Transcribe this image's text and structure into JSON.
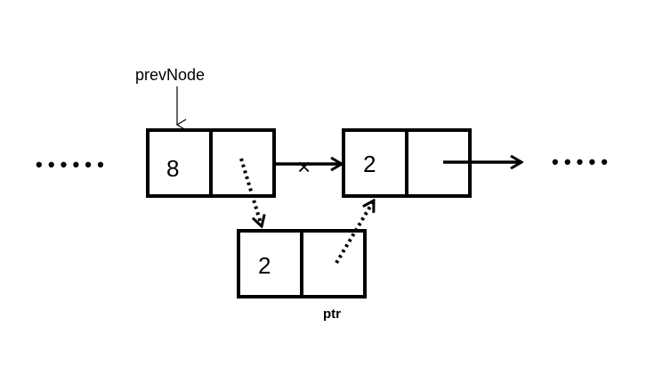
{
  "diagram": {
    "prev_node_label": "prevNode",
    "ptr_label": "ptr",
    "left_ellipsis": "• • • • • •",
    "right_ellipsis": "• • • • •",
    "cross_mark": "×",
    "nodes": {
      "prev": {
        "value": "8"
      },
      "next": {
        "value": "2"
      },
      "new": {
        "value": "2"
      }
    },
    "colors": {
      "stroke": "#000000",
      "background": "#ffffff"
    }
  }
}
